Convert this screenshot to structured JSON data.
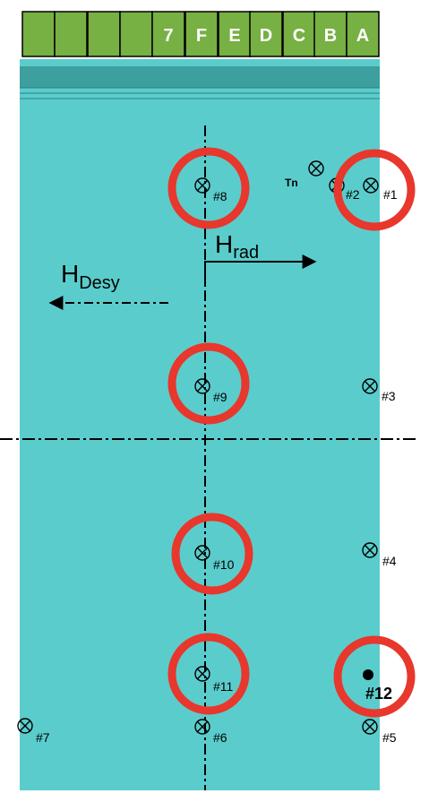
{
  "colors": {
    "bar_fill": "#77b043",
    "panel": "#5bcccc",
    "panel_stripe": "#3e9f9f",
    "marker": "#e8372c"
  },
  "header_cells": [
    "",
    "",
    "",
    "",
    "7",
    "F",
    "E",
    "D",
    "C",
    "B",
    "A"
  ],
  "sensors": [
    {
      "id": "1",
      "label": "#1",
      "glyph": "cross",
      "circled": true
    },
    {
      "id": "2",
      "label": "#2",
      "glyph": "cross",
      "circled": false
    },
    {
      "id": "3",
      "label": "#3",
      "glyph": "cross",
      "circled": false
    },
    {
      "id": "4",
      "label": "#4",
      "glyph": "cross",
      "circled": false
    },
    {
      "id": "5",
      "label": "#5",
      "glyph": "cross",
      "circled": false
    },
    {
      "id": "6",
      "label": "#6",
      "glyph": "cross",
      "circled": false
    },
    {
      "id": "7",
      "label": "#7",
      "glyph": "cross",
      "circled": false
    },
    {
      "id": "8",
      "label": "#8",
      "glyph": "cross",
      "circled": true
    },
    {
      "id": "9",
      "label": "#9",
      "glyph": "cross",
      "circled": true
    },
    {
      "id": "10",
      "label": "#10",
      "glyph": "cross",
      "circled": true
    },
    {
      "id": "11",
      "label": "#11",
      "glyph": "cross",
      "circled": true
    },
    {
      "id": "12",
      "label": "#12",
      "glyph": "dot",
      "circled": true
    }
  ],
  "tn": {
    "label": "Tn"
  },
  "field": {
    "rad": {
      "main": "H",
      "sub": "rad"
    },
    "desy": {
      "main": "H",
      "sub": "Desy"
    }
  }
}
